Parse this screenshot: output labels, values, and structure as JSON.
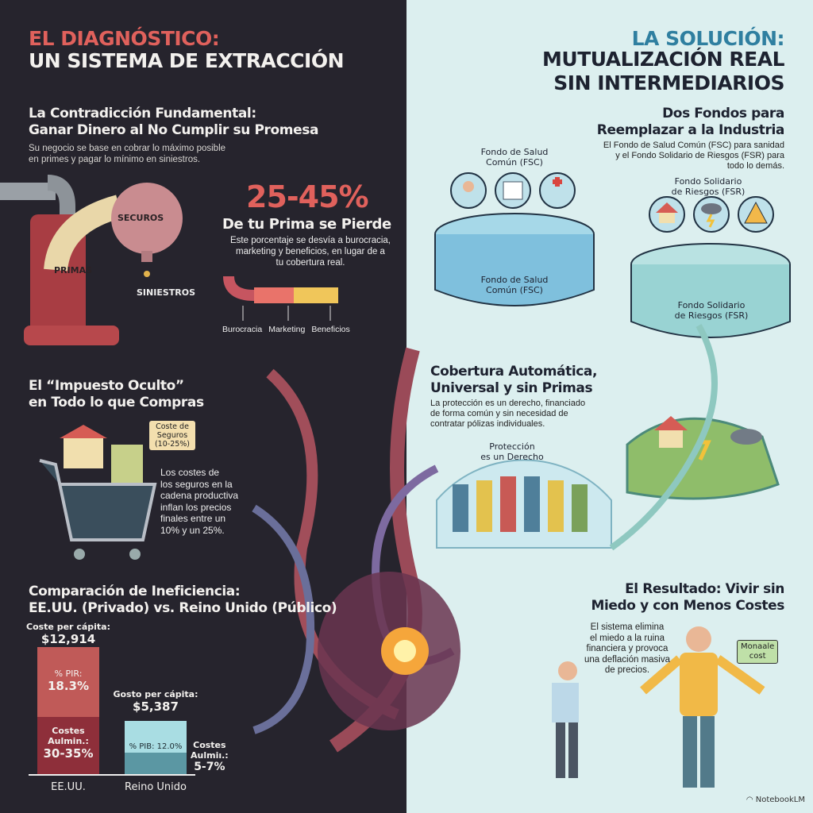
{
  "left": {
    "title_line1": "EL DIAGNÓSTICO:",
    "title_line2": "UN SISTEMA DE EXTRACCIÓN",
    "contradiction": {
      "heading_line1": "La Contradicción Fundamental:",
      "heading_line2": "Ganar Dinero al No Cumplir su Promesa",
      "text_line1": "Su negocio se base en cobrar lo máximo posible",
      "text_line2": "en primes y pagar lo mínimo en siniestros.",
      "labels": {
        "seguros": "SECUROS",
        "primas": "PRIMAS",
        "siniestros": "SINIESTROS"
      }
    },
    "loss": {
      "percent": "25-45%",
      "heading": "De tu Prima se Pierde",
      "text_line1": "Este porcentaje se desvía a burocracia,",
      "text_line2": "marketing y beneficios, en lugar de a",
      "text_line3": "tu cobertura real.",
      "pipe_labels": [
        "Burocracia",
        "Marketing",
        "Beneficios"
      ]
    },
    "hidden_tax": {
      "heading_line1": "El “Impuesto Oculto”",
      "heading_line2": "en Todo lo que Compras",
      "tag_line1": "Coste de",
      "tag_line2": "Seguros",
      "tag_line3": "(10-25%)",
      "text": [
        "Los costes de",
        "los seguros en la",
        "cadena productiva",
        "inflan los precios",
        "finales entre un",
        "10% y un 25%."
      ]
    },
    "comparison": {
      "heading_line1": "Comparación de Ineficiencia:",
      "heading_line2": "EE.UU. (Privado) vs. Reino Unido (Público)"
    }
  },
  "chart_data": {
    "type": "bar",
    "categories": [
      "EE.UU.",
      "Reino Unido"
    ],
    "values": [
      12914,
      5387
    ],
    "us": {
      "cost_label": "Coste per cápita:",
      "cost": "$12,914",
      "gdp_label": "% PIR:",
      "gdp": "18.3%",
      "admin_label_1": "Costes",
      "admin_label_2": "Aulmin.:",
      "admin": "30-35%"
    },
    "uk": {
      "cost_label": "Gosto per cápita:",
      "cost": "$5,387",
      "gdp": "% PIB: 12.0%",
      "admin_label_1": "Costes",
      "admin_label_2": "Aulmiı.:",
      "admin": "5-7%"
    },
    "colors": {
      "us_top": "#c05a58",
      "us_bottom": "#8e2f3a",
      "uk_top": "#a9dde3",
      "uk_bottom": "#5b97a3"
    }
  },
  "right": {
    "title_line1": "LA SOLUCIÓN:",
    "title_line2": "MUTUALIZACIÓN REAL",
    "title_line3": "SIN INTERMEDIARIOS",
    "funds": {
      "heading_line1": "Dos Fondos para",
      "heading_line2": "Reemplazar a la Industria",
      "text_line1": "El Fondo de Salud Común (FSC) para sanidad",
      "text_line2": "y el Fondo Solidario de Riesgos (FSR) para",
      "text_line3": "todo lo demás.",
      "fsc_label_1": "Fondo de Salud",
      "fsc_label_2": "Común (FSC)",
      "fsr_label_1": "Fondo Solidario",
      "fsr_label_2": "de Riesgos (FSR)",
      "fsc_icons": [
        "doctor-icon",
        "hospital-icon",
        "care-hand-icon"
      ],
      "fsr_icons": [
        "house-icon",
        "storm-icon",
        "warning-icon"
      ]
    },
    "coverage": {
      "heading_line1": "Cobertura Automática,",
      "heading_line2": "Universal y sin Primas",
      "text_line1": "La protección es un derecho, financiado",
      "text_line2": "de forma común y sin necesidad de",
      "text_line3": "contratar pólizas individuales.",
      "dome_line1": "Protección",
      "dome_line2": "es un Derecho"
    },
    "result": {
      "heading_line1": "El Resultado: Vivir sin",
      "heading_line2": "Miedo y con Menos Costes",
      "text": [
        "El sistema elimina",
        "el miedo a la ruina",
        "financiera y provoca",
        "una deflación masiva",
        "de precios."
      ],
      "tag_line1": "Monaale",
      "tag_line2": "cost"
    },
    "watermark": "NotebookLM"
  },
  "colors": {
    "left_bg": "#26242d",
    "right_bg": "#dcefef",
    "accent_red": "#e0615c",
    "accent_teal": "#2f7fa0"
  }
}
